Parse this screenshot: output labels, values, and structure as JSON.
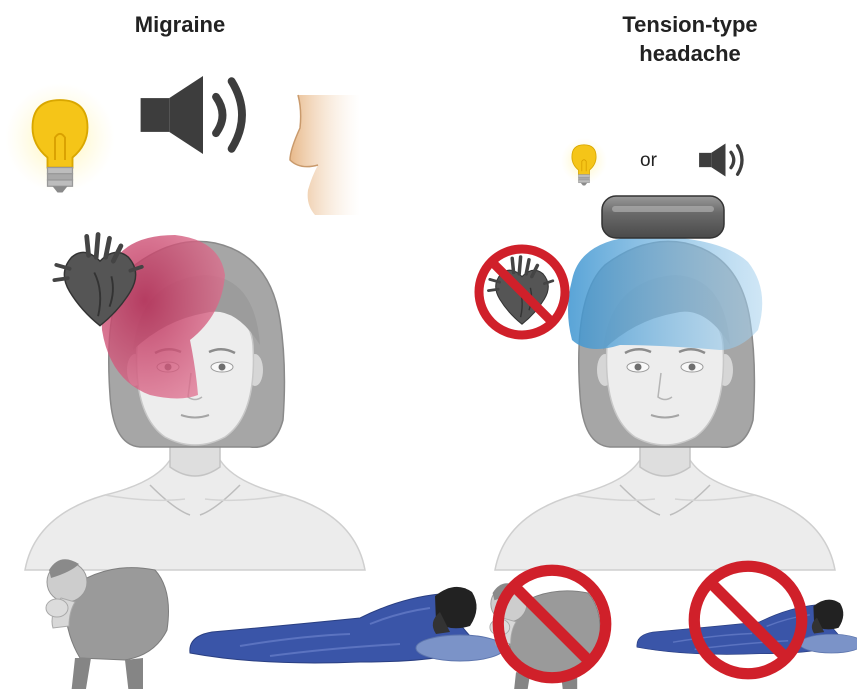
{
  "migraine": {
    "title": "Migraine",
    "symptoms": [
      "light-sensitivity",
      "sound-sensitivity",
      "smell-sensitivity",
      "pulsating-pain",
      "unilateral-pain",
      "nausea-vomiting",
      "rest-in-bed"
    ]
  },
  "tension": {
    "title_line1": "Tension-type",
    "title_line2": "headache",
    "or_label": "or",
    "symptoms": [
      "light-or-sound-sensitivity",
      "bilateral-pressing-pain",
      "no-pulsating-pain",
      "no-nausea",
      "no-bed-rest"
    ]
  },
  "colors": {
    "migraine_pain": "#c0305a",
    "tension_pain": "#4a9fd4",
    "prohibition": "#d0202a",
    "bulb": "#f5c518",
    "blanket": "#3a55a8"
  }
}
